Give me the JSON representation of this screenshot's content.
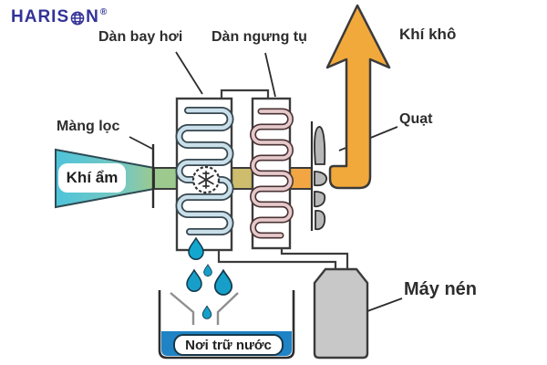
{
  "logo": {
    "part1": "HARIS",
    "part2": "N",
    "registered": "®",
    "color": "#333399"
  },
  "labels": {
    "evaporator": "Dàn bay hơi",
    "condenser": "Dàn ngưng tụ",
    "dry_air": "Khí khô",
    "filter": "Màng lọc",
    "humid_air": "Khí ẩm",
    "fan": "Quạt",
    "compressor": "Máy nén",
    "water_tank": "Nơi trữ nước"
  },
  "colors": {
    "logo_navy": "#333399",
    "arrow_orange": "#F2A93B",
    "humid_air_cyan": "#4FC4DB",
    "filtered_air_green": "#9CC98E",
    "warm_air_khaki": "#CDBD6C",
    "hot_air_orange": "#F1A643",
    "evaporator_coil": "#C9DFEA",
    "condenser_coil": "#E6C9CB",
    "water_blue": "#1F83C5",
    "drop_teal": "#17A0C9",
    "metal_gray": "#C8C8C8",
    "outline_dark": "#3b3b3b"
  }
}
